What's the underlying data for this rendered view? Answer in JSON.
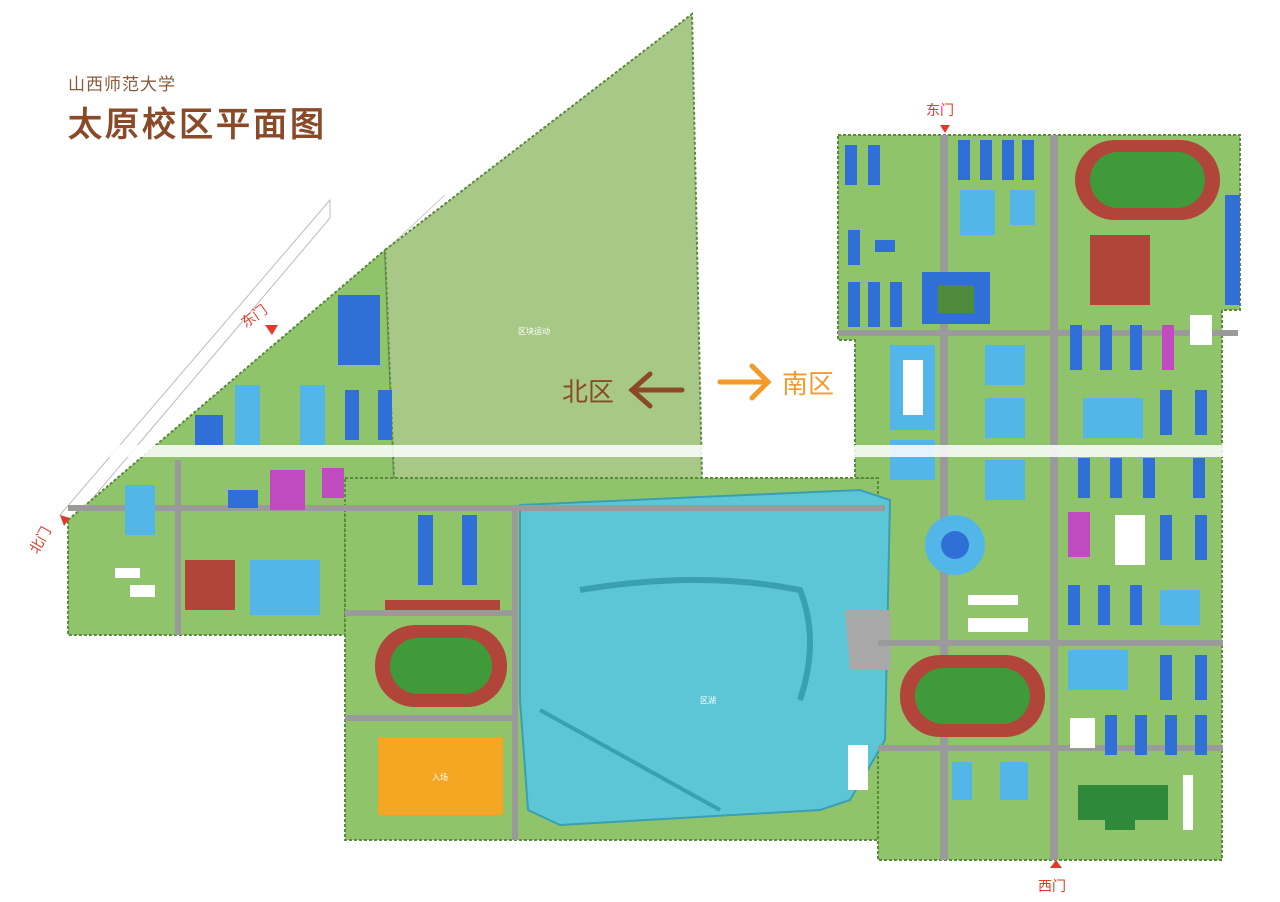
{
  "title": {
    "school": "山西师范大学",
    "map_name": "太原校区平面图"
  },
  "zones": {
    "north": "北区",
    "south": "南区"
  },
  "gates": {
    "east": "东门",
    "north_gate": "东门",
    "north": "北门",
    "west": "西门"
  },
  "areas": {
    "field": "区块运动",
    "lake": "区湖",
    "court": "入场"
  },
  "colors": {
    "ground": "#8fc46a",
    "field": "#a8c888",
    "water": "#5cc6d6",
    "road": "#9a9a9a",
    "building_blue": "#2f6fd6",
    "building_light": "#52b7e8",
    "building_purple": "#c04ac0",
    "track": "#b2453a",
    "pitch": "#3f9a3a",
    "court_orange": "#f5a623",
    "north_arrow": "#8a4a28",
    "south_arrow": "#f39a2a",
    "gate_red": "#e23a2a"
  },
  "icons": [
    "gate-arrow-icon",
    "left-arrow-icon",
    "right-arrow-icon"
  ]
}
